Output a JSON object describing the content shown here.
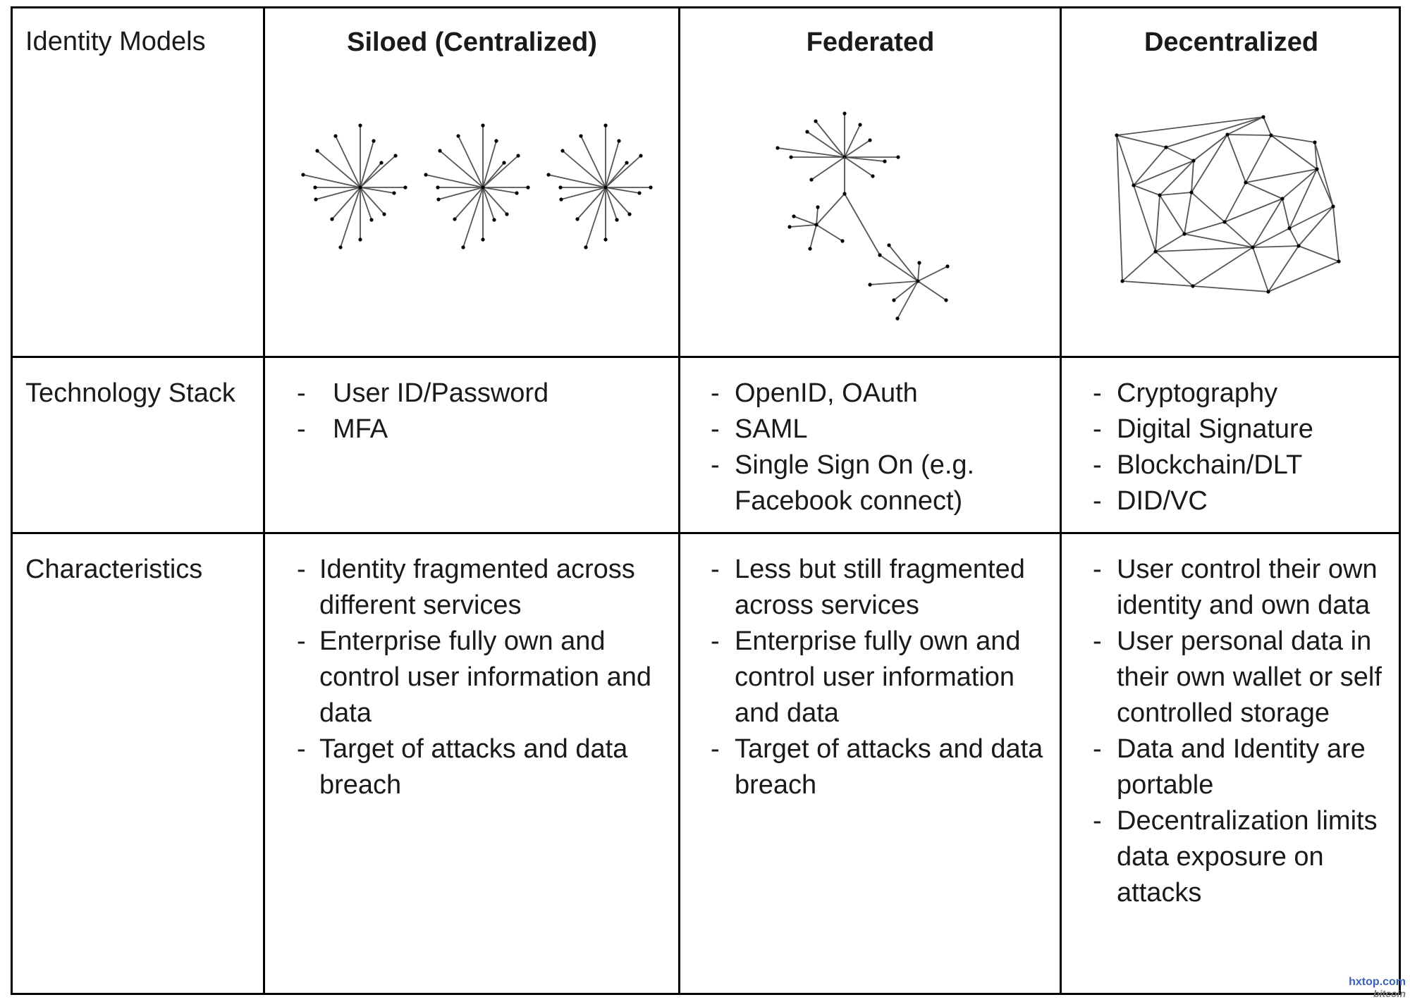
{
  "row_labels": [
    "Identity Models",
    "Technology Stack",
    "Characteristics"
  ],
  "columns": [
    {
      "title": "Siloed (Centralized)",
      "technology": [
        "User ID/Password",
        "MFA"
      ],
      "characteristics": [
        "Identity fragmented across different services",
        "Enterprise fully own and control user information and data",
        "Target of attacks and data breach"
      ]
    },
    {
      "title": "Federated",
      "technology": [
        "OpenID, OAuth",
        "SAML",
        "Single Sign On (e.g. Facebook connect)"
      ],
      "characteristics": [
        "Less but still fragmented across services",
        "Enterprise fully own and control user information and data",
        "Target of attacks and data breach"
      ]
    },
    {
      "title": "Decentralized",
      "technology": [
        "Cryptography",
        "Digital Signature",
        "Blockchain/DLT",
        "DID/VC"
      ],
      "characteristics": [
        "User control their own identity and own data",
        "User personal data in their own wallet or self controlled storage",
        "Data and Identity are portable",
        "Decentralization limits data exposure on attacks"
      ]
    }
  ],
  "bullet": "-",
  "watermark": {
    "line1": "hxtop.com",
    "line2": "bitcoin"
  }
}
